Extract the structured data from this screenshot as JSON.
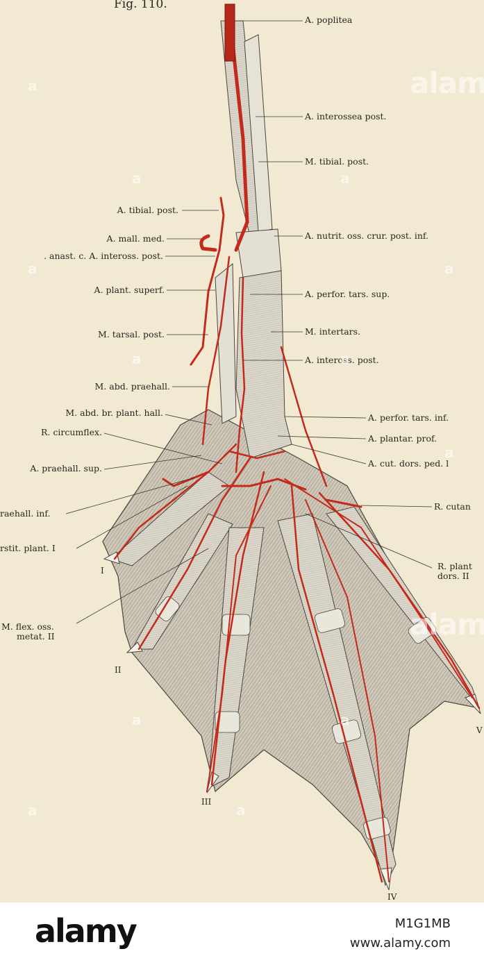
{
  "figure": {
    "title": "Fig. 110.",
    "labels": [
      "A. poplitea",
      "A. interossea post.",
      "M. tibial. post.",
      "A. tibial. post.",
      "A. mall. med.",
      ". anast. c. A. inteross. post.",
      "A. nutrit. oss. crur. post. inf.",
      "A. plant. superf.",
      "A. perfor. tars. sup.",
      "M. tarsal. post.",
      "M. intertars.",
      "A. inteross. post.",
      "M. abd. praehall.",
      "M. abd. br. plant. hall.",
      "A. perfor. tars. inf.",
      "R. circumflex.",
      "A. plantar. prof.",
      "A. praehall. sup.",
      "A. cut. dors. ped. l",
      "raehall. inf.",
      "R. cutan",
      "rstit. plant. I",
      "R. plant",
      "dors. II",
      "M. flex. oss.",
      "metat. II"
    ],
    "digits": [
      "I",
      "II",
      "III",
      "IV",
      "V"
    ]
  },
  "watermark": {
    "text": "alamy",
    "glyph": "a"
  },
  "footer": {
    "brand": "alamy",
    "image_id": "M1G1MB",
    "site": "www.alamy.com"
  },
  "colors": {
    "paper": "#f1e9d2",
    "artery": "#c42a1c",
    "ink": "#2b2520",
    "web": "#bdb6a8",
    "bone": "#dedbd0"
  }
}
